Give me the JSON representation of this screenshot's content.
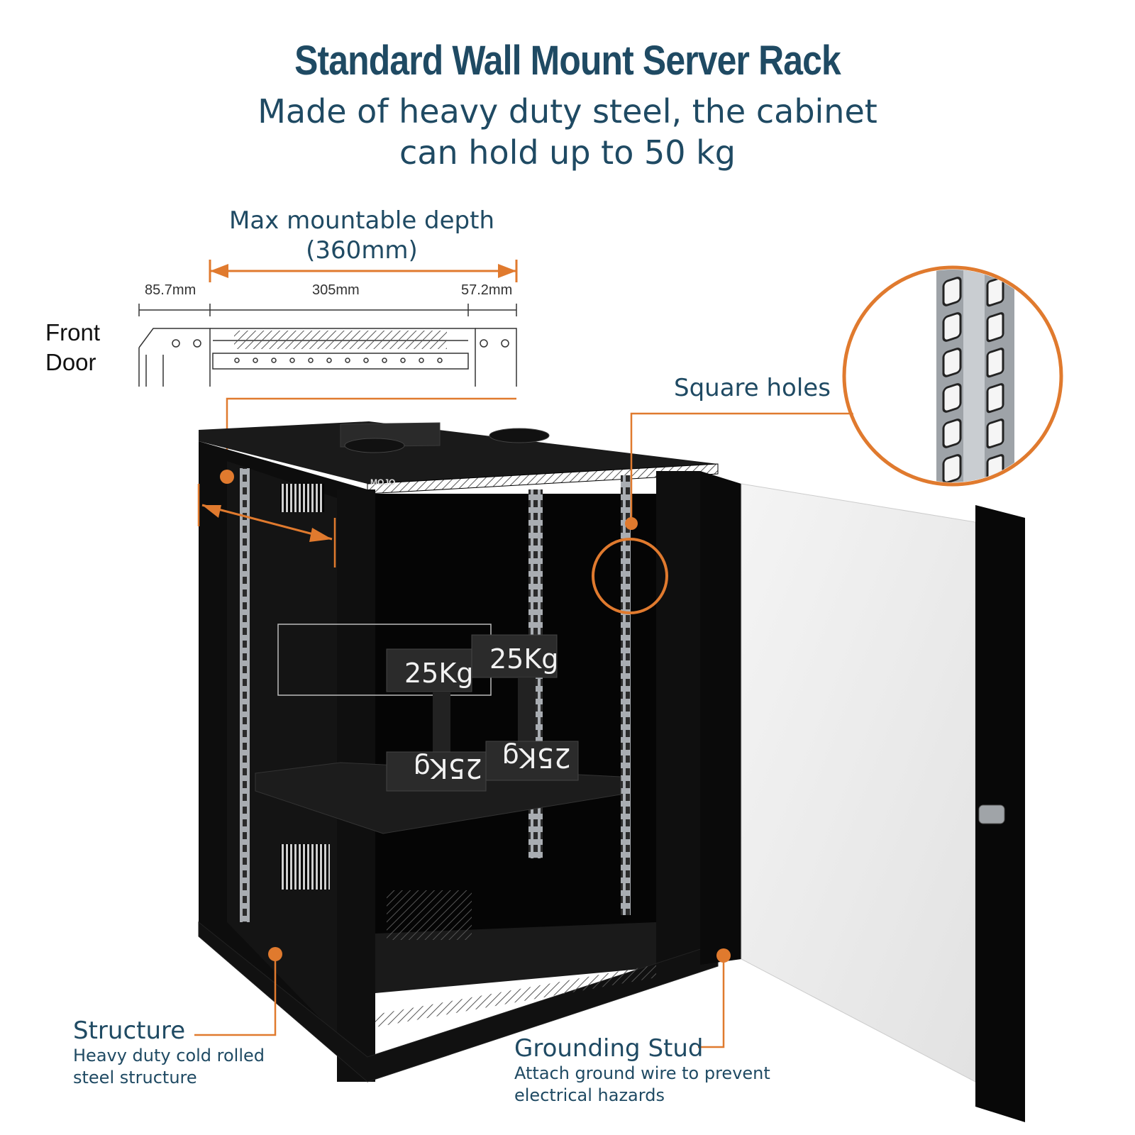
{
  "header": {
    "title": "Standard Wall Mount Server Rack",
    "subtitle_line1": "Made of heavy duty steel, the cabinet",
    "subtitle_line2": "can hold up to 50 kg"
  },
  "depth_diagram": {
    "title_line1": "Max mountable depth",
    "title_line2": "(360mm)",
    "dims": [
      "85.7mm",
      "305mm",
      "57.2mm"
    ],
    "front_door_line1": "Front",
    "front_door_line2": "Door"
  },
  "callouts": {
    "square_holes": {
      "title": "Square holes"
    },
    "structure": {
      "title": "Structure",
      "desc_line1": "Heavy duty cold rolled",
      "desc_line2": "steel structure"
    },
    "grounding": {
      "title": "Grounding Stud",
      "desc_line1": "Attach ground wire to prevent",
      "desc_line2": "electrical hazards"
    }
  },
  "product": {
    "brand": "MOJO",
    "weight_labels": [
      "25Kg",
      "25Kg",
      "25Kg",
      "25Kg"
    ]
  },
  "colors": {
    "accent": "#e07a2e",
    "heading": "#1f4a63",
    "cabinet": "#0d0d0d"
  }
}
